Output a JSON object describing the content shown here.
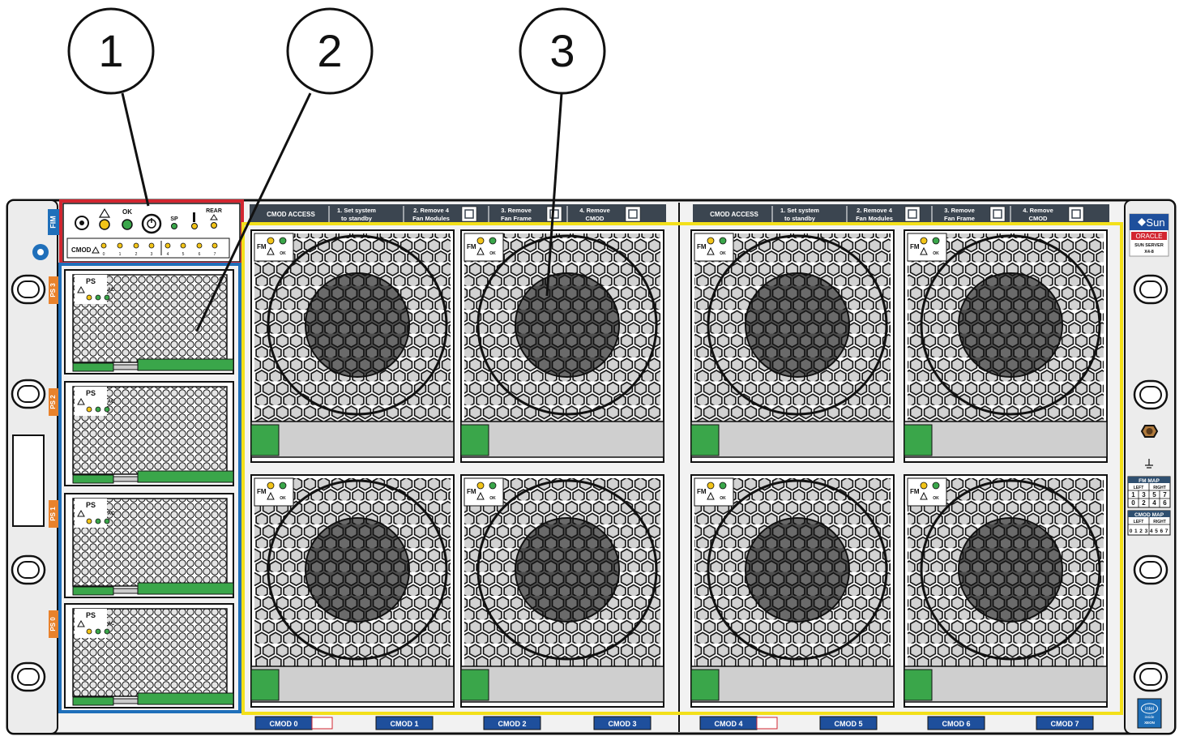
{
  "callouts": [
    "1",
    "2",
    "3"
  ],
  "left_panel": {
    "fim_label": "FIM",
    "indicator_labels": {
      "ok": "OK",
      "sp": "SP",
      "rear": "REAR"
    },
    "cmod_label": "CMOD",
    "cmod_led_numbers": [
      "0",
      "1",
      "2",
      "3",
      "4",
      "5",
      "6",
      "7"
    ],
    "cmod_led_colors": [
      "#f2c418",
      "#f2c418",
      "#f2c418",
      "#f2c418",
      "#f2c418",
      "#f2c418",
      "#f2c418",
      "#f2c418"
    ]
  },
  "power_supplies": [
    {
      "tab": "PS 3",
      "label": "PS",
      "ac_label": "AC"
    },
    {
      "tab": "PS 2",
      "label": "PS",
      "ac_label": "AC"
    },
    {
      "tab": "PS 1",
      "label": "PS",
      "ac_label": "AC"
    },
    {
      "tab": "PS 0",
      "label": "PS",
      "ac_label": "AC"
    }
  ],
  "cmod_access_banners": [
    {
      "title": "CMOD ACCESS",
      "steps": [
        {
          "line1": "1. Set system",
          "line2": "to standby"
        },
        {
          "line1": "2. Remove 4",
          "line2": "Fan Modules"
        },
        {
          "line1": "3. Remove",
          "line2": "Fan Frame"
        },
        {
          "line1": "4. Remove",
          "line2": "CMOD"
        }
      ]
    },
    {
      "title": "CMOD ACCESS",
      "steps": [
        {
          "line1": "1. Set system",
          "line2": "to standby"
        },
        {
          "line1": "2. Remove 4",
          "line2": "Fan Modules"
        },
        {
          "line1": "3. Remove",
          "line2": "Fan Frame"
        },
        {
          "line1": "4. Remove",
          "line2": "CMOD"
        }
      ]
    }
  ],
  "fan_modules": [
    {
      "label": "FM",
      "ok_label": "OK"
    },
    {
      "label": "FM",
      "ok_label": "OK"
    },
    {
      "label": "FM",
      "ok_label": "OK"
    },
    {
      "label": "FM",
      "ok_label": "OK"
    },
    {
      "label": "FM",
      "ok_label": "OK"
    },
    {
      "label": "FM",
      "ok_label": "OK"
    },
    {
      "label": "FM",
      "ok_label": "OK"
    },
    {
      "label": "FM",
      "ok_label": "OK"
    }
  ],
  "cmod_slots": [
    "CMOD 0",
    "CMOD 1",
    "CMOD 2",
    "CMOD 3",
    "CMOD 4",
    "CMOD 5",
    "CMOD 6",
    "CMOD 7"
  ],
  "right_panel": {
    "sun_logo": "Sun",
    "oracle_logo": "ORACLE",
    "model_line1": "SUN SERVER",
    "model_line2": "X4-8",
    "fm_map_title": "FM MAP",
    "fm_map_headers": [
      "LEFT",
      "RIGHT"
    ],
    "fm_map_rows": [
      [
        "1",
        "3",
        "5",
        "7"
      ],
      [
        "0",
        "2",
        "4",
        "6"
      ]
    ],
    "cmod_map_title": "CMOD MAP",
    "cmod_map_headers": [
      "LEFT",
      "RIGHT"
    ],
    "cmod_map_row": [
      "0",
      "1",
      "2",
      "3",
      "4",
      "5",
      "6",
      "7"
    ],
    "intel_line1": "intel",
    "intel_line2": "inside",
    "intel_line3": "XEON"
  },
  "colors": {
    "callout_box_1": "#d22630",
    "callout_box_2": "#1f6fba",
    "callout_box_3": "#f3e01a",
    "chassis": "#f2f2f2",
    "banner": "#3b4550",
    "cmod_label": "#1e4f9c",
    "ps_tab": "#e8822c",
    "handle_green": "#3aa64a",
    "led_amber": "#f2c418",
    "led_green": "#3aa64a"
  }
}
